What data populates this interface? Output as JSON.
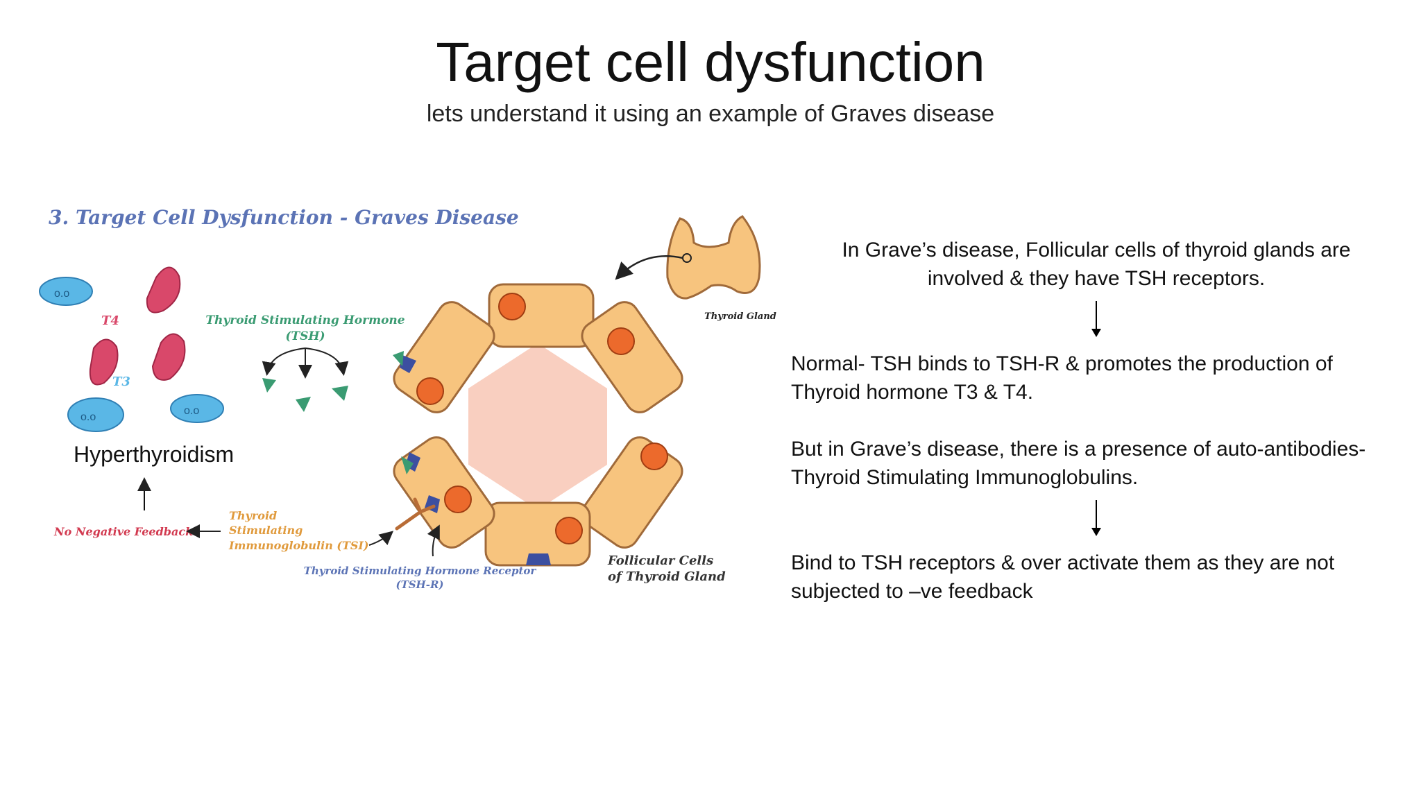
{
  "slide": {
    "title": "Target cell dysfunction",
    "subtitle": "lets understand it using an example of Graves disease"
  },
  "figure": {
    "heading": "3. Target Cell Dysfunction  - Graves Disease",
    "t4_label": "T4",
    "t3_label": "T3",
    "tsh_label_line1": "Thyroid Stimulating Hormone",
    "tsh_label_line2": "(TSH)",
    "hyperthyroidism": "Hyperthyroidism",
    "no_feedback": "No Negative Feedback",
    "tsi_line1": "Thyroid",
    "tsi_line2": "Stimulating",
    "tsi_line3": "Immunoglobulin (TSI)",
    "tshr_line1": "Thyroid Stimulating Hormone Receptor",
    "tshr_line2": "(TSH-R)",
    "follicular_line1": "Follicular Cells",
    "follicular_line2": "of Thyroid Gland",
    "gland_label": "Thyroid Gland",
    "colors": {
      "heading": "#5b73b5",
      "t4_red": "#d9486a",
      "t3_blue": "#5ab7e6",
      "tsh_green": "#3a9b72",
      "tsi_orange": "#e09a3c",
      "cell_fill": "#f7c47e",
      "nucleus": "#ec6a2c",
      "lumen": "#f9cfc0",
      "receptor": "#3c4fa0"
    }
  },
  "panel": {
    "para1": "In Grave’s disease, Follicular cells of thyroid glands are involved & they have TSH receptors.",
    "para2_line1": "Normal- TSH binds to TSH-R & promotes the production of",
    "para2_line2": "Thyroid hormone T3 & T4.",
    "para3_line1": "But in Grave’s disease, there is a presence of auto-antibodies-",
    "para3_line2": "Thyroid Stimulating Immunoglobulins.",
    "para4_line1": "Bind to TSH receptors & over activate them as they are not",
    "para4_line2": "subjected to –ve feedback"
  }
}
